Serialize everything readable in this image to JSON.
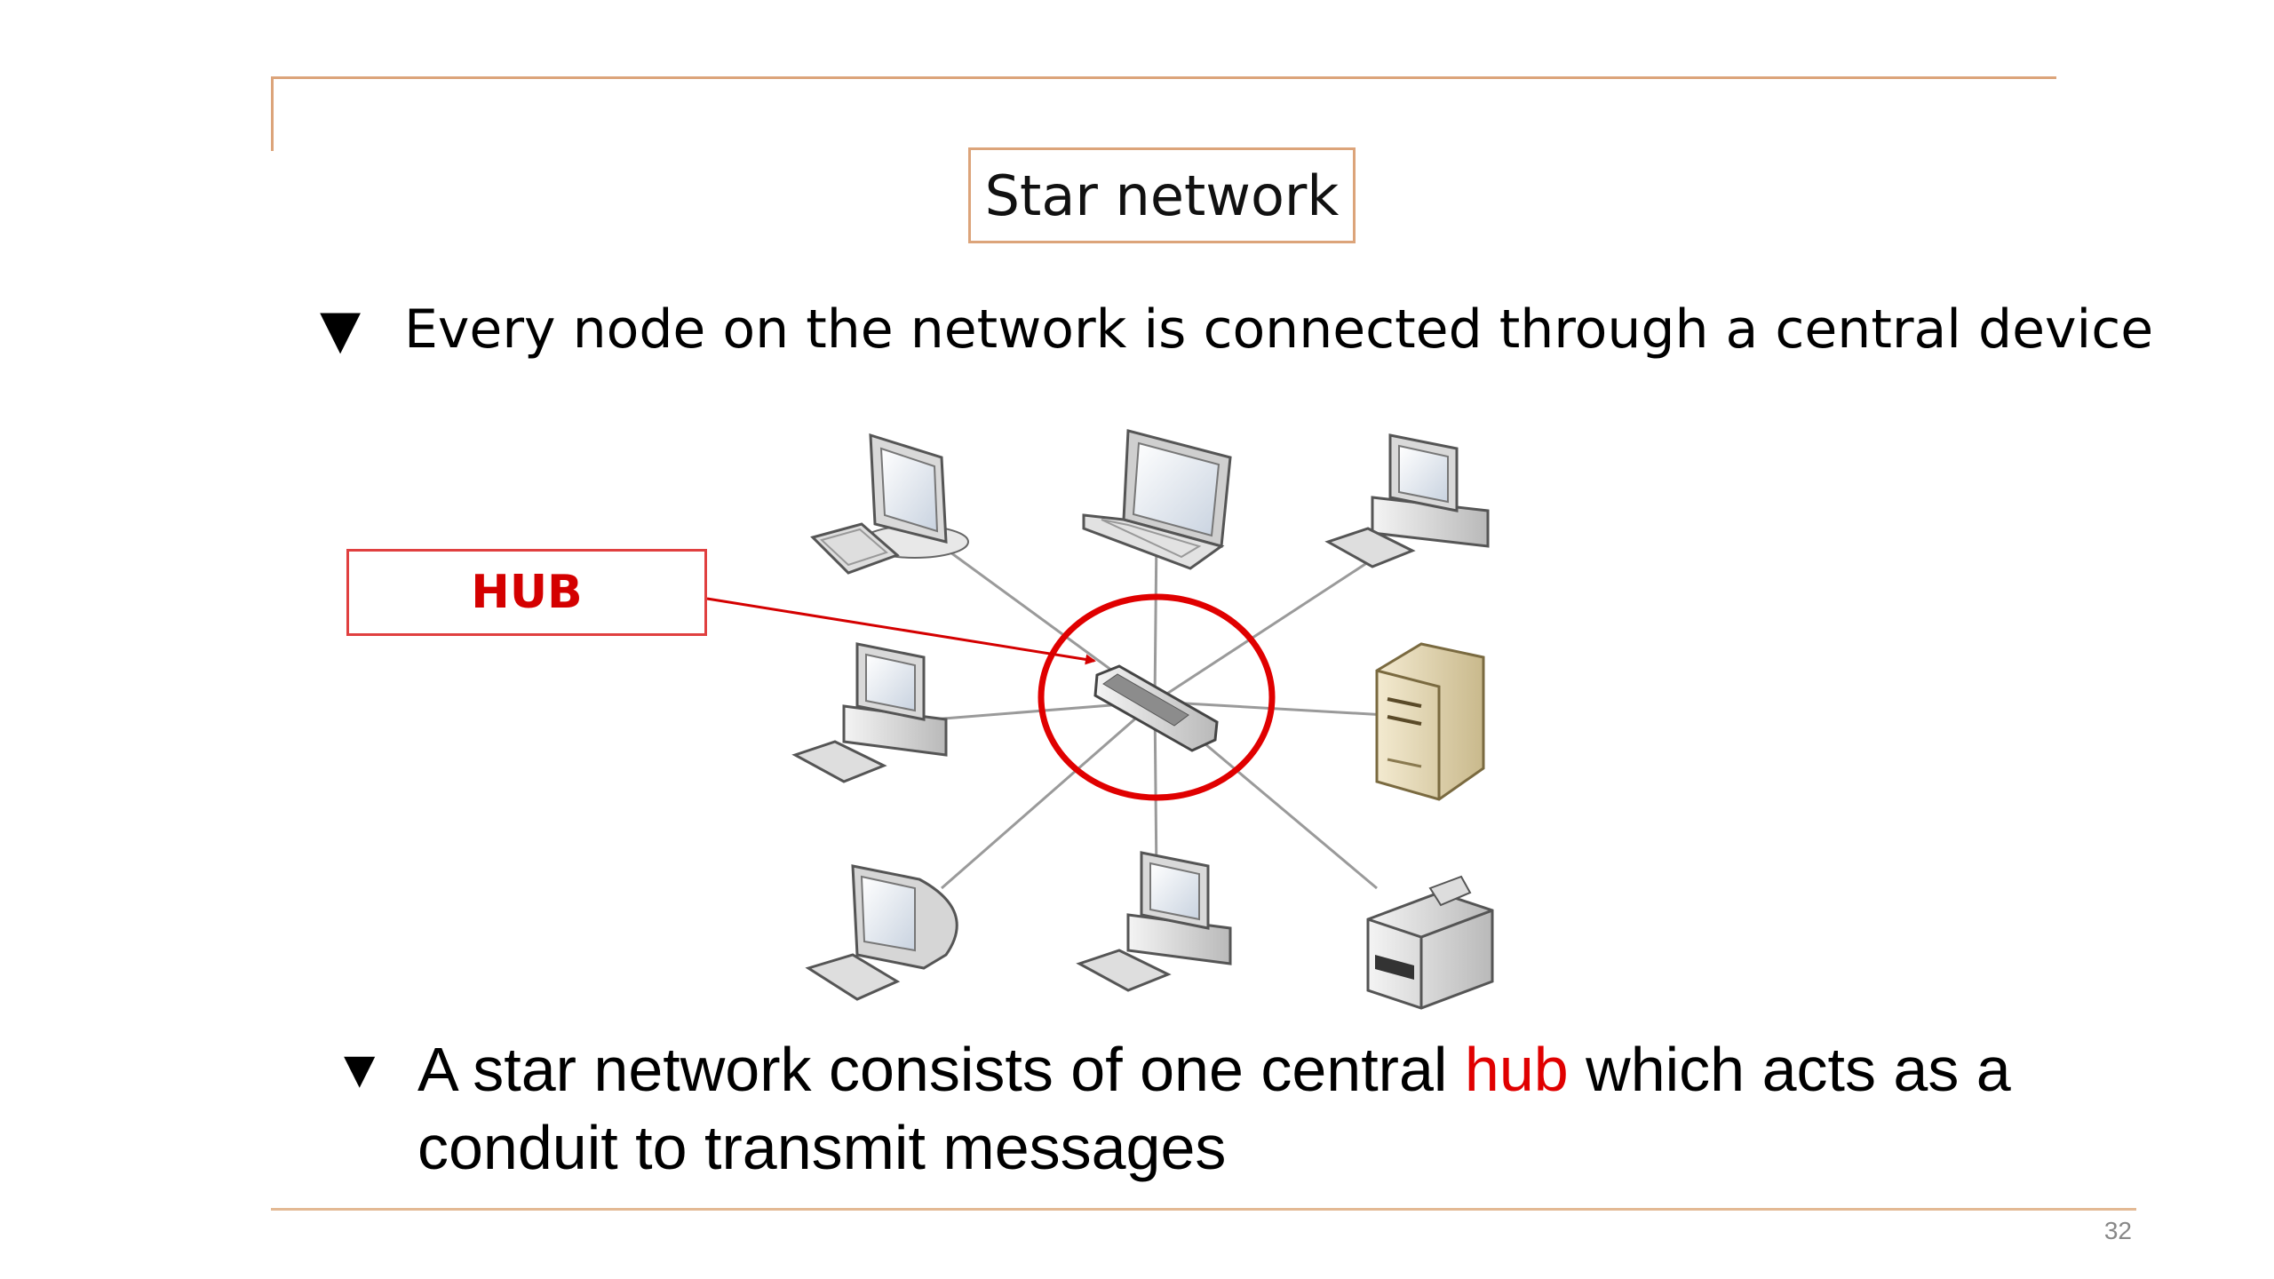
{
  "slide": {
    "title": "Star network",
    "bullet1": {
      "marker": "▼",
      "text": "Every node on the network is connected through a central device"
    },
    "bullet2": {
      "marker": "▼",
      "text_before": "A star network consists of one central ",
      "highlight": "hub",
      "text_after": " which acts as a conduit to transmit messages"
    },
    "callout_label": "HUB",
    "page_number": "32"
  },
  "colors": {
    "frame": "#dca47a",
    "highlight": "#e00000",
    "callout": "#d40000"
  },
  "diagram": {
    "center": "hub",
    "nodes": [
      "monitor-computer",
      "laptop",
      "desktop-computer",
      "desktop-computer",
      "server",
      "crt-computer",
      "desktop-computer",
      "printer"
    ]
  }
}
